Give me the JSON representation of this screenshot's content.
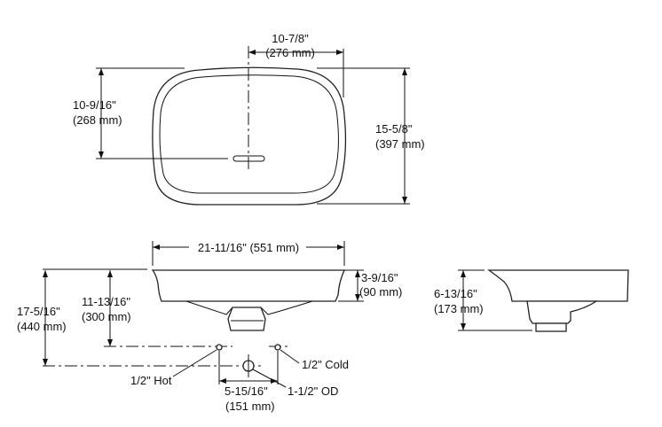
{
  "top_view": {
    "width_dim": {
      "inch": "10-7/8\"",
      "mm": "(276 mm)"
    },
    "drain_dim": {
      "inch": "10-9/16\"",
      "mm": "(268 mm)"
    },
    "depth_dim": {
      "inch": "15-5/8\"",
      "mm": "(397 mm)"
    }
  },
  "front_view": {
    "overall_width": "21-11/16\" (551 mm)",
    "bowl_height": {
      "inch": "3-9/16\"",
      "mm": "(90 mm)"
    },
    "supply_height": {
      "inch": "11-13/16\"",
      "mm": "(300 mm)"
    },
    "drain_height": {
      "inch": "17-5/16\"",
      "mm": "(440 mm)"
    },
    "hot_label": "1/2\" Hot",
    "cold_label": "1/2\" Cold",
    "drain_label": "1-1/2\" OD",
    "supply_spacing": {
      "inch": "5-15/16\"",
      "mm": "(151 mm)"
    }
  },
  "side_view": {
    "height_dim": {
      "inch": "6-13/16\"",
      "mm": "(173 mm)"
    }
  }
}
